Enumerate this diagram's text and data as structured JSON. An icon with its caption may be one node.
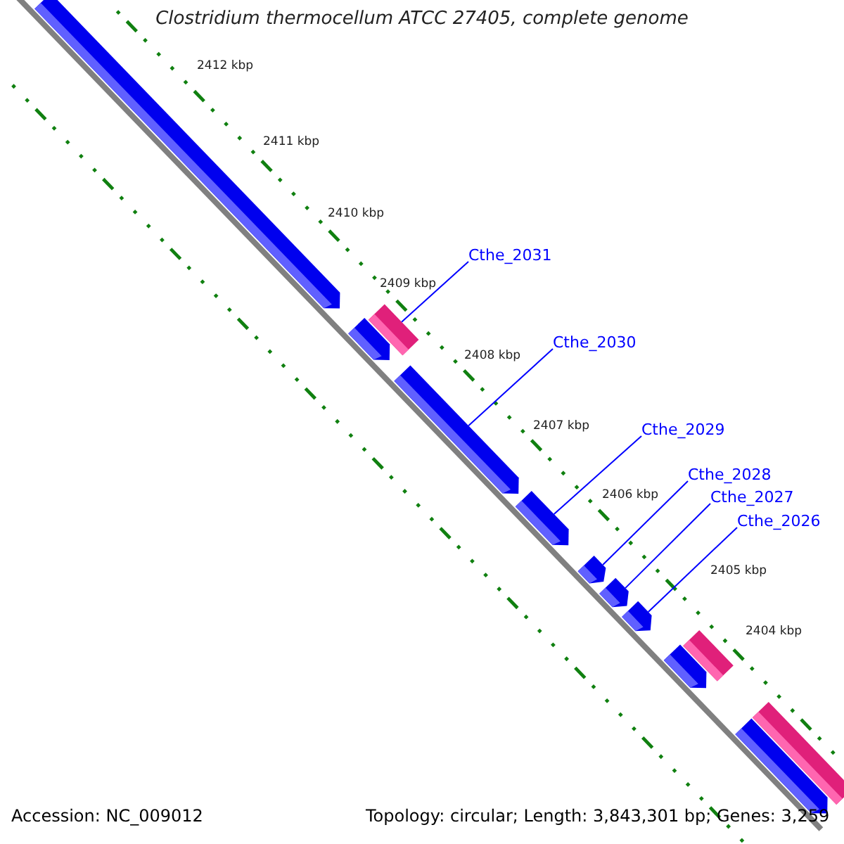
{
  "diagram": {
    "title": "Clostridium thermocellum ATCC 27405, complete genome",
    "nodes": [
      {
        "text": [
          "Cthe_2031"
        ]
      },
      {
        "text": [
          "Cthe_2030"
        ]
      },
      {
        "text": [
          "Cthe_2029"
        ]
      },
      {
        "text": [
          "Cthe_2028"
        ]
      },
      {
        "text": [
          "Cthe_2027"
        ]
      },
      {
        "text": [
          "Cthe_2026"
        ]
      },
      {
        "text": [],
        "shape": "arrow"
      },
      {
        "text": [],
        "shape": "arrow"
      },
      {
        "text": [],
        "shape": "bar"
      },
      {
        "text": [],
        "shape": "arrow"
      },
      {
        "text": [],
        "shape": "arrow"
      },
      {
        "text": [],
        "shape": "arrow"
      },
      {
        "text": [],
        "shape": "arrow"
      },
      {
        "text": [],
        "shape": "arrow"
      },
      {
        "text": [],
        "shape": "arrow"
      },
      {
        "text": [],
        "shape": "bar"
      },
      {
        "text": [],
        "shape": "bar"
      },
      {
        "text": [],
        "shape": "arrow"
      }
    ],
    "edges": [
      {
        "from": 0,
        "to": 8,
        "arrow": "none"
      },
      {
        "from": 1,
        "to": 9,
        "arrow": "none"
      },
      {
        "from": 2,
        "to": 10,
        "arrow": "none"
      },
      {
        "from": 3,
        "to": 11,
        "arrow": "none"
      },
      {
        "from": 4,
        "to": 12,
        "arrow": "none"
      },
      {
        "from": 5,
        "to": 13,
        "arrow": "none"
      }
    ],
    "labels": [
      "2412 kbp",
      "2411 kbp",
      "2410 kbp",
      "2409 kbp",
      "2408 kbp",
      "2407 kbp",
      "2406 kbp",
      "2405 kbp",
      "2404 kbp",
      "Accession: NC_009012",
      "Topology: circular; Length: 3,843,301 bp; Genes: 3,259"
    ]
  }
}
